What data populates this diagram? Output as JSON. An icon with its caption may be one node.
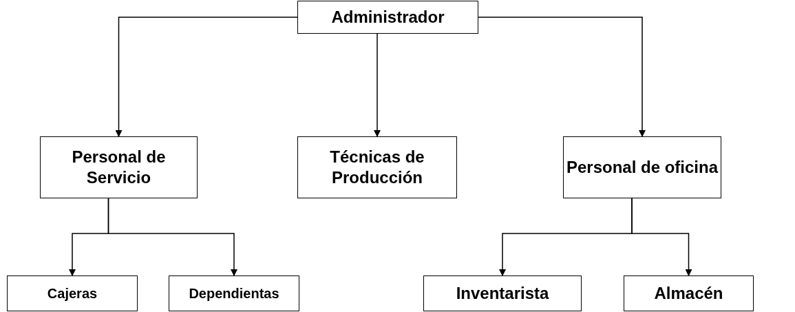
{
  "diagram": {
    "nodes": [
      {
        "text": [
          "Administrador"
        ]
      },
      {
        "text": [
          "Personal de Servicio"
        ]
      },
      {
        "text": [
          "Técnicas de Producción"
        ]
      },
      {
        "text": [
          "Personal de oficina"
        ]
      },
      {
        "text": [
          "Cajeras"
        ]
      },
      {
        "text": [
          "Dependientas"
        ]
      },
      {
        "text": [
          "Inventarista"
        ]
      },
      {
        "text": [
          "Almacén"
        ]
      }
    ],
    "edges": [
      {
        "from": 0,
        "to": 1,
        "arrow": "to"
      },
      {
        "from": 0,
        "to": 2,
        "arrow": "to"
      },
      {
        "from": 0,
        "to": 3,
        "arrow": "to"
      },
      {
        "from": 1,
        "to": 4,
        "arrow": "to"
      },
      {
        "from": 1,
        "to": 5,
        "arrow": "to"
      },
      {
        "from": 3,
        "to": 6,
        "arrow": "to"
      },
      {
        "from": 3,
        "to": 7,
        "arrow": "to"
      }
    ]
  }
}
